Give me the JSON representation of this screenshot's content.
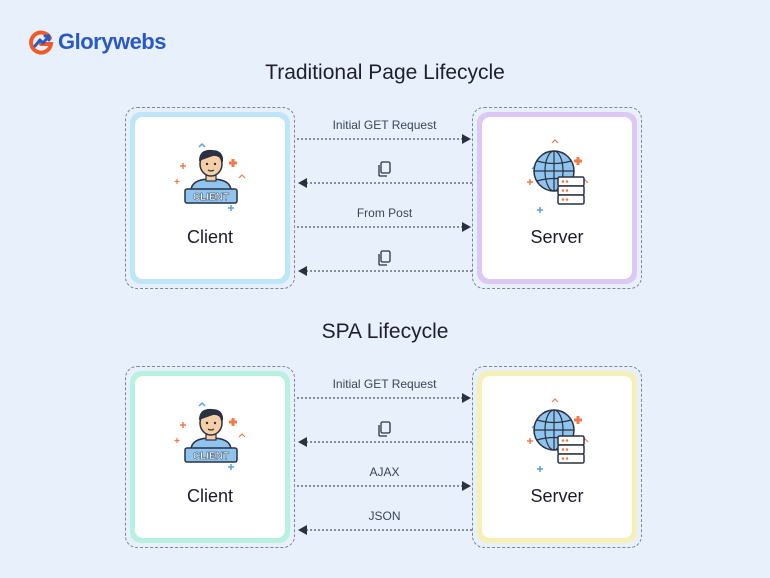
{
  "brand": {
    "name": "Glorywebs"
  },
  "sections": [
    {
      "title": "Traditional Page Lifecycle",
      "client_label": "Client",
      "server_label": "Server",
      "arrows": [
        {
          "label": "Initial GET Request",
          "direction": "right"
        },
        {
          "label": "",
          "direction": "left",
          "icon": "copy-icon"
        },
        {
          "label": "From Post",
          "direction": "right"
        },
        {
          "label": "",
          "direction": "left",
          "icon": "copy-icon"
        }
      ]
    },
    {
      "title": "SPA Lifecycle",
      "client_label": "Client",
      "server_label": "Server",
      "arrows": [
        {
          "label": "Initial GET Request",
          "direction": "right"
        },
        {
          "label": "",
          "direction": "left",
          "icon": "copy-icon"
        },
        {
          "label": "AJAX",
          "direction": "right"
        },
        {
          "label": "JSON",
          "direction": "left"
        }
      ]
    }
  ],
  "icons": {
    "client_badge": "CLIENT"
  },
  "colors": {
    "brand": "#2b59c3",
    "brand_accent": "#f05a28",
    "client_glow_1": "#bfe6f8",
    "server_glow_1": "#dcc8f4",
    "client_glow_2": "#b8f1e0",
    "server_glow_2": "#f5f0b6"
  }
}
